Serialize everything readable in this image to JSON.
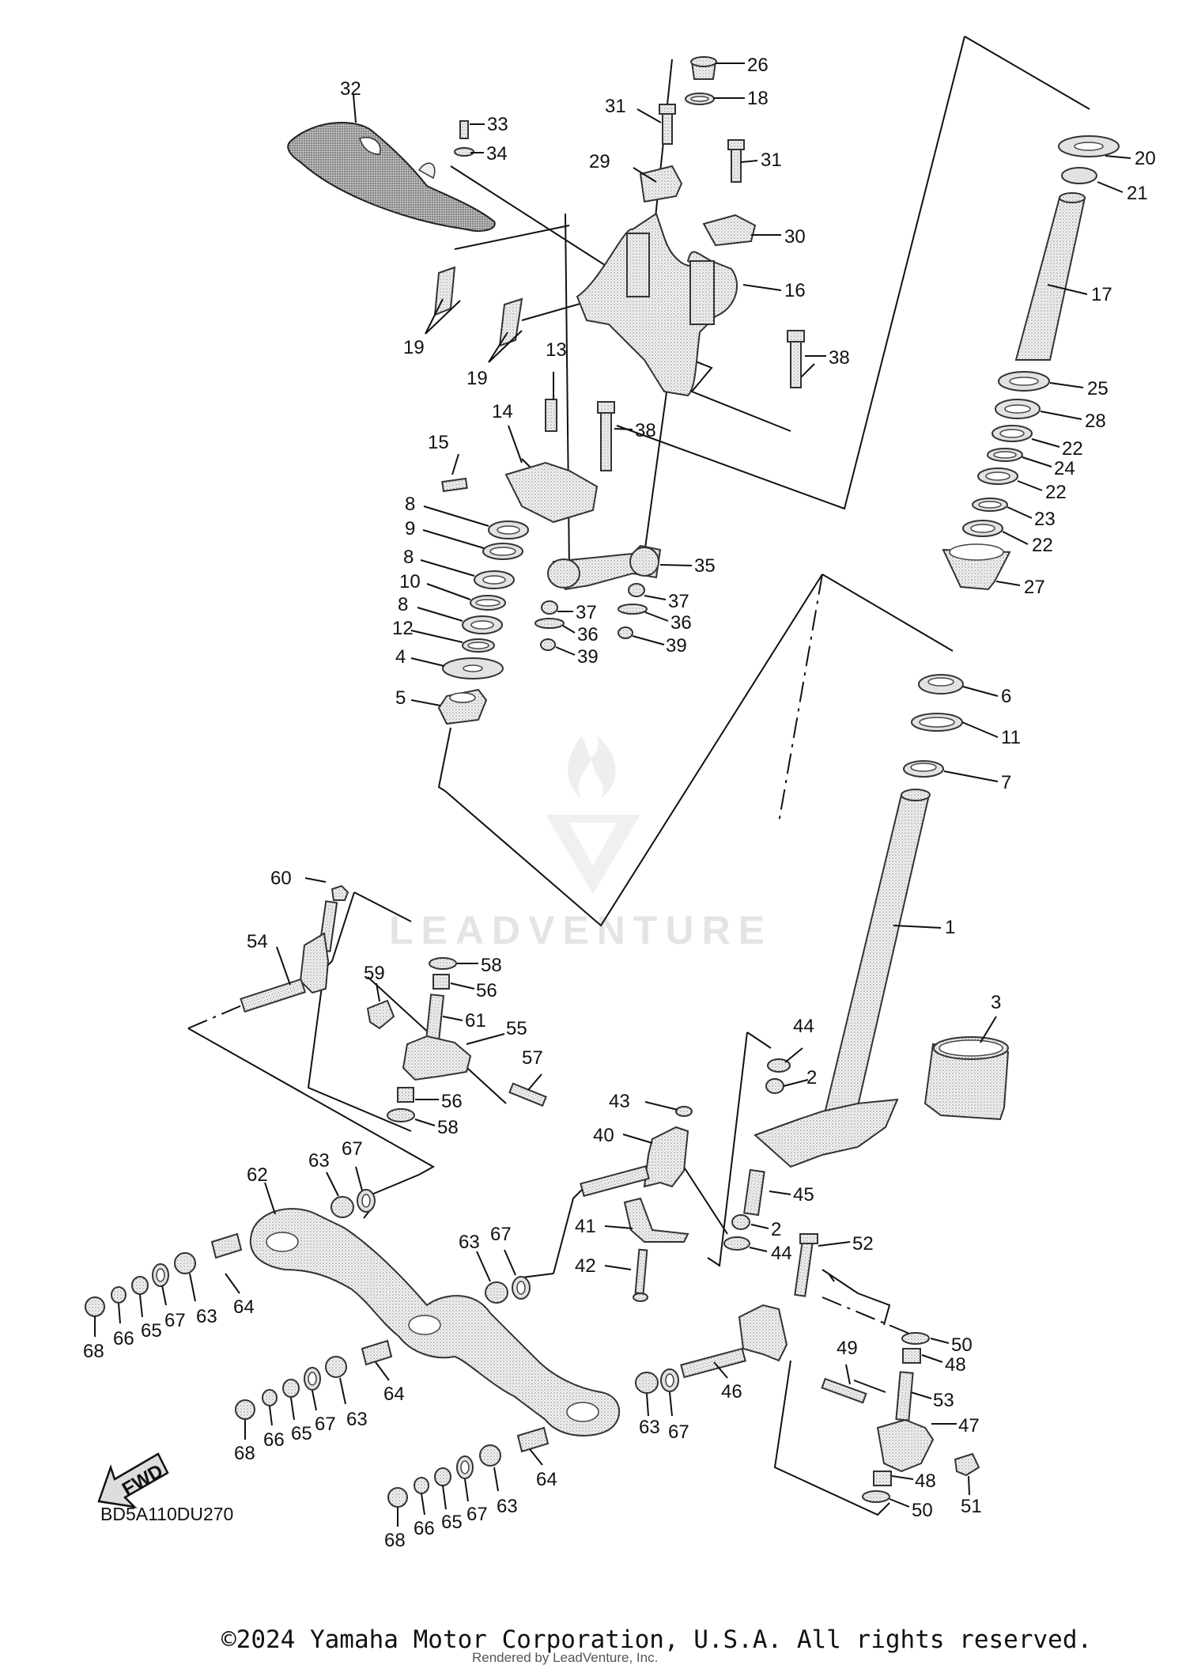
{
  "diagram_code": "BD5A110DU270",
  "fwd_label": "FWD",
  "copyright": "©2024 Yamaha Motor Corporation, U.S.A. All rights reserved.",
  "rendered_by": "Rendered by LeadVenture, Inc.",
  "watermark": "LEADVENTURE",
  "callouts": [
    "1",
    "2",
    "3",
    "4",
    "5",
    "6",
    "7",
    "8",
    "9",
    "10",
    "11",
    "12",
    "13",
    "14",
    "15",
    "16",
    "17",
    "18",
    "19",
    "20",
    "21",
    "22",
    "23",
    "24",
    "25",
    "26",
    "27",
    "28",
    "29",
    "30",
    "31",
    "32",
    "33",
    "34",
    "35",
    "36",
    "37",
    "38",
    "39",
    "40",
    "41",
    "42",
    "43",
    "44",
    "45",
    "46",
    "47",
    "48",
    "49",
    "50",
    "51",
    "52",
    "53",
    "54",
    "55",
    "56",
    "57",
    "58",
    "59",
    "60",
    "61",
    "62",
    "63",
    "64",
    "65",
    "66",
    "67",
    "68"
  ]
}
